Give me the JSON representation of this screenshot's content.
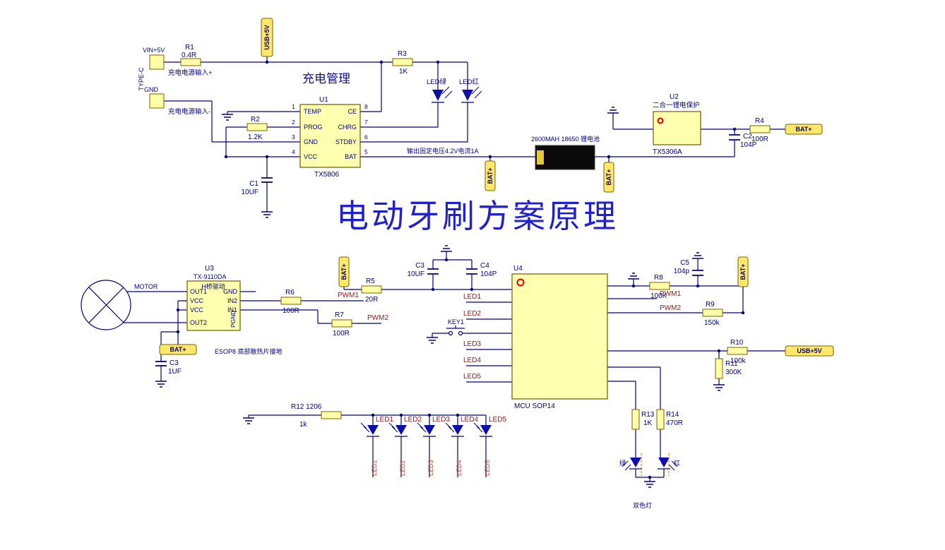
{
  "title": "电动牙刷方案原理",
  "sections": {
    "charge": "充电管理",
    "output_note": "输出固定电压4.2V电流1A",
    "esop8_note": "ESOP8 底部散热片接地",
    "bicolor": "双色灯"
  },
  "connector": {
    "name": "TYPE-C",
    "vin": "VIN+5V",
    "in_pos": "充电电源输入+",
    "gnd": "GND",
    "in_neg": "充电电源输入-"
  },
  "flags": {
    "usb": "USB+5V",
    "bat": "BAT+"
  },
  "u1": {
    "ref": "U1",
    "part": "TX5806",
    "pins_left": [
      {
        "n": "1",
        "name": "TEMP"
      },
      {
        "n": "2",
        "name": "PROG"
      },
      {
        "n": "3",
        "name": "GND"
      },
      {
        "n": "4",
        "name": "VCC"
      }
    ],
    "pins_right": [
      {
        "n": "8",
        "name": "CE"
      },
      {
        "n": "7",
        "name": "CHRG"
      },
      {
        "n": "6",
        "name": "STDBY"
      },
      {
        "n": "5",
        "name": "BAT"
      }
    ]
  },
  "u2": {
    "ref": "U2",
    "desc": "二合一锂电保护",
    "part": "TX5306A"
  },
  "u3": {
    "ref": "U3",
    "part": "TX-9110DA",
    "desc": "H桥驱动",
    "pins_left": [
      "OUT1",
      "VCC",
      "VCC",
      "OUT2"
    ],
    "pins_right": [
      "GND",
      "IN2",
      "IN1"
    ],
    "pin_pgnd": "PGND"
  },
  "u4": {
    "ref": "U4",
    "part": "MCU SOP14"
  },
  "battery": {
    "label": "2600MAH 18650 锂电池"
  },
  "motor": {
    "label": "MOTOR"
  },
  "key": {
    "ref": "KEY1"
  },
  "r": {
    "r1": {
      "ref": "R1",
      "val": "0.4R"
    },
    "r2": {
      "ref": "R2",
      "val": "1.2K"
    },
    "r3": {
      "ref": "R3",
      "val": "1K"
    },
    "r4": {
      "ref": "R4",
      "val": "100R"
    },
    "r5": {
      "ref": "R5",
      "val": "20R"
    },
    "r6": {
      "ref": "R6",
      "val": "100R"
    },
    "r7": {
      "ref": "R7",
      "val": "100R"
    },
    "r8": {
      "ref": "R8",
      "val": "100K"
    },
    "r9": {
      "ref": "R9",
      "val": "150k"
    },
    "r10": {
      "ref": "R10",
      "val": "100k"
    },
    "r11": {
      "ref": "R11",
      "val": "300K"
    },
    "r12": {
      "ref": "R12 1206",
      "val": "1k"
    },
    "r13": {
      "ref": "R13",
      "val": "1K"
    },
    "r14": {
      "ref": "R14",
      "val": "470R"
    }
  },
  "c": {
    "c1": {
      "ref": "C1",
      "val": "10UF"
    },
    "c2": {
      "ref": "C2",
      "val": "104P"
    },
    "c3a": {
      "ref": "C3",
      "val": "1UF"
    },
    "c3b": {
      "ref": "C3",
      "val": "10UF"
    },
    "c4": {
      "ref": "C4",
      "val": "104P"
    },
    "c5": {
      "ref": "C5",
      "val": "104p"
    }
  },
  "leds": {
    "green_ind": "LED绿",
    "red_ind": "LED红",
    "row": [
      "LED1",
      "LED2",
      "LED3",
      "LED4",
      "LED5"
    ],
    "green": "绿",
    "red": "红"
  },
  "nets": {
    "pwm1": "PWM1",
    "pwm2": "PWM2"
  },
  "colors": {
    "wire": "#00007D",
    "component_fill": "#FFFDA8",
    "flag_fill": "#FFE76B",
    "net_label": "#8B2020",
    "title_blue": "#2020CC",
    "led_blue": "#0E0EA8",
    "pin1_marker": "#E00000"
  }
}
